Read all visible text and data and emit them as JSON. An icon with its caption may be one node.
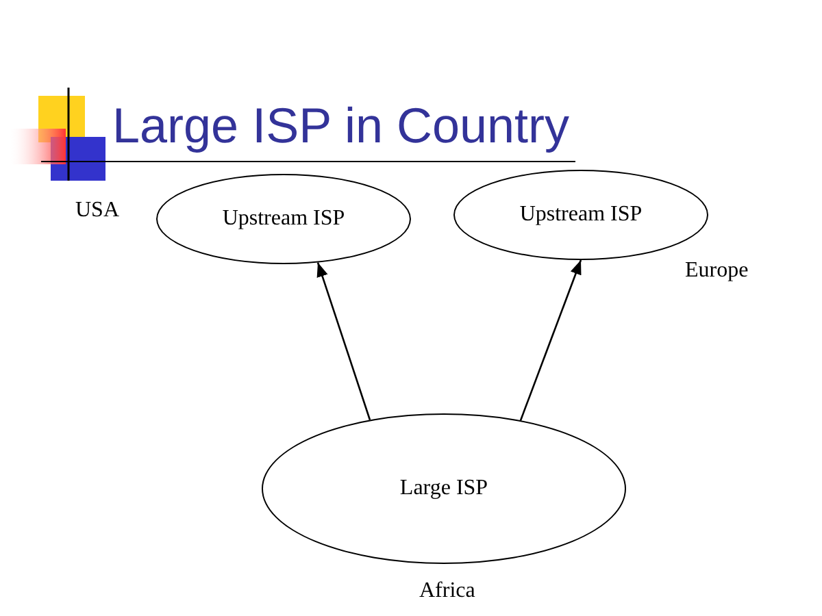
{
  "diagram": {
    "title": "Large ISP in Country",
    "nodes": [
      {
        "text": [
          "Upstream ISP"
        ],
        "beside": [
          "USA"
        ]
      },
      {
        "text": [
          "Upstream ISP"
        ],
        "beside": [
          "Europe"
        ]
      },
      {
        "text": [
          "Large ISP"
        ],
        "beside": [
          "Africa"
        ]
      }
    ],
    "edges": [
      {
        "from": 2,
        "to": 0,
        "arrow": "to"
      },
      {
        "from": 2,
        "to": 1,
        "arrow": "to"
      }
    ]
  }
}
